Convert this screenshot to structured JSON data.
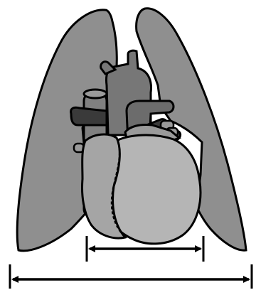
{
  "figure": {
    "subject": "heart-and-lungs",
    "colors": {
      "background": "#ffffff",
      "outline": "#000000",
      "lung": "#8f8f8f",
      "ventricle": "#b5b5b5",
      "right_atrium": "#a5a5a5",
      "vessel_light": "#9a9a9a",
      "aorta": "#777777",
      "pulmonary_trunk": "#6c6c6c",
      "pulmonary_vessel_dark": "#3a3a3a",
      "vena_cava": "#808080"
    },
    "measurements": [
      {
        "name": "cardiac-width-arrow",
        "label": ""
      },
      {
        "name": "thoracic-width-arrow",
        "label": ""
      }
    ]
  }
}
